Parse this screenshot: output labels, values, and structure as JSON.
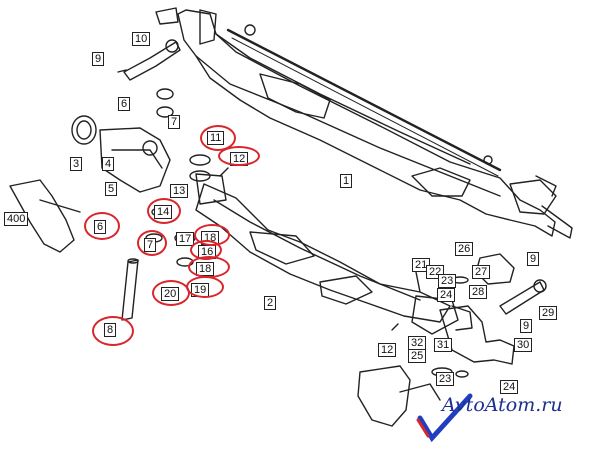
{
  "labels": [
    {
      "id": "1",
      "text": "1"
    },
    {
      "id": "2",
      "text": "2"
    },
    {
      "id": "3",
      "text": "3"
    },
    {
      "id": "4",
      "text": "4"
    },
    {
      "id": "5a",
      "text": "5"
    },
    {
      "id": "6a",
      "text": "6"
    },
    {
      "id": "7a",
      "text": "7"
    },
    {
      "id": "9a",
      "text": "9"
    },
    {
      "id": "10",
      "text": "10"
    },
    {
      "id": "400",
      "text": "400"
    },
    {
      "id": "6b",
      "text": "6"
    },
    {
      "id": "7b",
      "text": "7"
    },
    {
      "id": "8",
      "text": "8"
    },
    {
      "id": "11",
      "text": "11"
    },
    {
      "id": "12a",
      "text": "12"
    },
    {
      "id": "13",
      "text": "13"
    },
    {
      "id": "14",
      "text": "14"
    },
    {
      "id": "17",
      "text": "17"
    },
    {
      "id": "18",
      "text": "18"
    },
    {
      "id": "16",
      "text": "16"
    },
    {
      "id": "18b",
      "text": "18"
    },
    {
      "id": "20",
      "text": "20"
    },
    {
      "id": "19",
      "text": "19"
    },
    {
      "id": "21",
      "text": "21"
    },
    {
      "id": "22",
      "text": "22"
    },
    {
      "id": "23a",
      "text": "23"
    },
    {
      "id": "24a",
      "text": "24"
    },
    {
      "id": "26",
      "text": "26"
    },
    {
      "id": "27",
      "text": "27"
    },
    {
      "id": "28",
      "text": "28"
    },
    {
      "id": "9b",
      "text": "9"
    },
    {
      "id": "29",
      "text": "29"
    },
    {
      "id": "9c",
      "text": "9"
    },
    {
      "id": "12b",
      "text": "12"
    },
    {
      "id": "32",
      "text": "32"
    },
    {
      "id": "25",
      "text": "25"
    },
    {
      "id": "31",
      "text": "31"
    },
    {
      "id": "30",
      "text": "30"
    },
    {
      "id": "23b",
      "text": "23"
    },
    {
      "id": "24b",
      "text": "24"
    }
  ],
  "highlighted": [
    "11",
    "12a",
    "14",
    "6b",
    "7b",
    "8",
    "18",
    "16",
    "18b",
    "20",
    "19"
  ],
  "watermark": {
    "text": "AvtoAtom.ru",
    "color": "#1f2f8f",
    "check_color": "#1f3fbf",
    "check_accent": "#d8262c"
  },
  "highlight_color": "#d8262c"
}
